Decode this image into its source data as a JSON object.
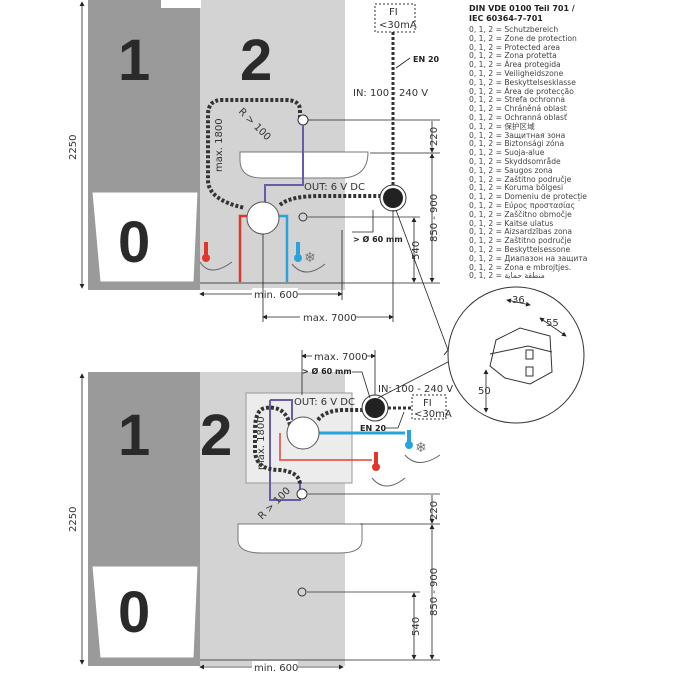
{
  "legend": {
    "title_line1": "DIN VDE 0100 Teil 701 /",
    "title_line2": "IEC 60364-7-701",
    "items": [
      "0, 1, 2 = Schutzbereich",
      "0, 1, 2 = Zone de protection",
      "0, 1, 2 = Protected area",
      "0, 1, 2 = Zona protetta",
      "0, 1, 2 = Área protegida",
      "0, 1, 2 = Veiligheidszone",
      "0, 1, 2 = Beskyttelsesklasse",
      "0, 1, 2 = Área de protecção",
      "0, 1, 2 = Strefa ochronna",
      "0, 1, 2 = Chráněná oblast",
      "0, 1, 2 = Ochranná oblasť",
      "0, 1, 2 = 保护区域",
      "0, 1, 2 = Защитная зона",
      "0, 1, 2 = Biztonsági zóna",
      "0, 1, 2 = Suoja-alue",
      "0, 1, 2 = Skyddsområde",
      "0, 1, 2 = Saugos zona",
      "0, 1, 2 = Zaštitno područje",
      "0, 1, 2 = Koruma bölgesi",
      "0, 1, 2 = Domeniu de protecție",
      "0, 1, 2 = Εύρος προστασίας",
      "0, 1, 2 = Zaščitno območje",
      "0, 1, 2 = Kaitse ulatus",
      "0, 1, 2 = Aizsardzības zona",
      "0, 1, 2 = Zaštitno područje",
      "0, 1, 2 = Beskyttelsessone",
      "0, 1, 2 = Диапазон на защита",
      "0, 1, 2 = Zona e mbrojtjes.",
      "0, 1, 2 = منطقة حماية"
    ]
  },
  "zones": {
    "zone0": "0",
    "zone1": "1",
    "zone2": "2"
  },
  "top": {
    "fi_line1": "FI",
    "fi_line2": "<30mA",
    "en": "EN 20",
    "in_voltage": "IN: 100 - 240 V",
    "out_voltage": "OUT: 6 V DC",
    "diameter": "> Ø 60 mm",
    "radius": "R > 100",
    "max_height": "max. 1800",
    "dim_total": "2250",
    "dim_220": "220",
    "dim_850_900": "850 - 900",
    "dim_540": "540",
    "dim_min600": "min. 600",
    "dim_max7000": "max. 7000"
  },
  "bottom": {
    "fi_line1": "FI",
    "fi_line2": "<30mA",
    "en": "EN 20",
    "in_voltage": "IN: 100 - 240 V",
    "out_voltage": "OUT: 6 V DC",
    "diameter": "> Ø 60 mm",
    "radius": "R > 100",
    "max_height": "max. 1800",
    "dim_total": "2250",
    "dim_220": "220",
    "dim_850_900": "850 - 900",
    "dim_540": "540",
    "dim_min600": "min. 600",
    "dim_max7000": "max. 7000"
  },
  "detail": {
    "w": "36",
    "d": "55",
    "h": "50"
  },
  "colors": {
    "hot": "#e2362a",
    "cold": "#2aa3dc",
    "cable": "#6b5aa8",
    "zone1": "#9a9a9a",
    "zone2": "#d3d3d3"
  }
}
